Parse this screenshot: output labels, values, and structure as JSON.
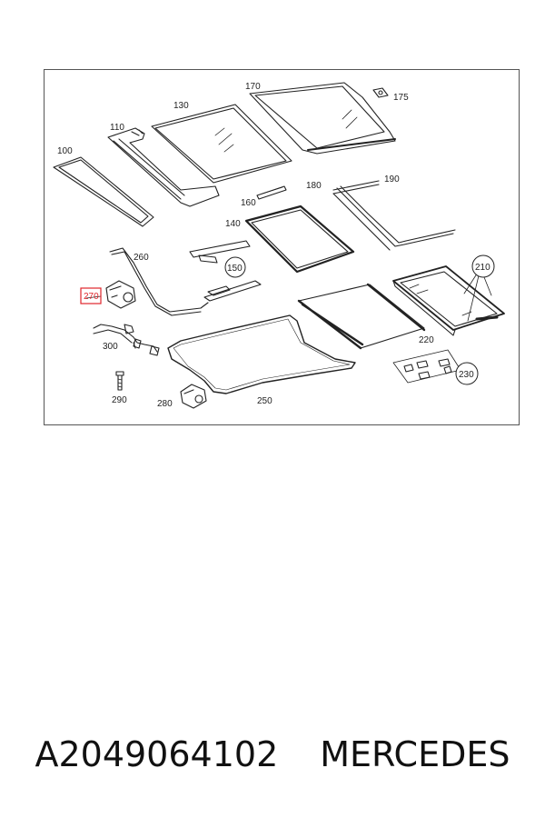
{
  "diagram": {
    "callouts": {
      "c100": "100",
      "c110": "110",
      "c130": "130",
      "c140": "140",
      "c150": "150",
      "c160": "160",
      "c170": "170",
      "c175": "175",
      "c180": "180",
      "c190": "190",
      "c210": "210",
      "c220": "220",
      "c230": "230",
      "c250": "250",
      "c260": "260",
      "c270": "270",
      "c280": "280",
      "c290": "290",
      "c300": "300"
    },
    "highlighted_callout": "270",
    "colors": {
      "highlight": "#e0262b",
      "line": "#222222"
    }
  },
  "caption": {
    "part_number": "A2049064102",
    "brand": "MERCEDES"
  }
}
